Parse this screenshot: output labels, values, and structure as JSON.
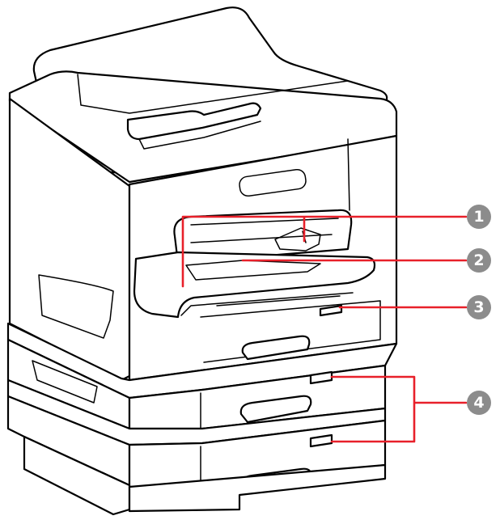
{
  "colors": {
    "callout_line": "#e8202a",
    "badge_fill": "#8c8c8c",
    "badge_text": "#ffffff",
    "outline": "#000000"
  },
  "callouts": [
    {
      "number": "1"
    },
    {
      "number": "2"
    },
    {
      "number": "3"
    },
    {
      "number": "4"
    }
  ]
}
